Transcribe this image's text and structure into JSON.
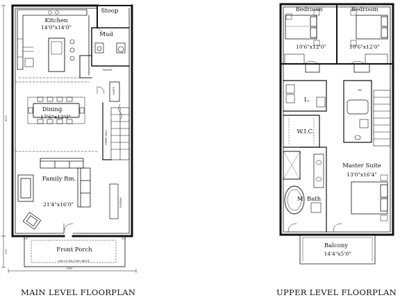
{
  "main_level": {
    "title": "MAIN LEVEL FLOORPLAN",
    "rooms": {
      "kitchen": {
        "name": "Kitchen",
        "dims": "14'0\"x14'0\""
      },
      "stoop": {
        "name": "Stoop"
      },
      "mud": {
        "name": "Mud"
      },
      "pantry": {
        "name": "PANTRY"
      },
      "coats": {
        "name": "COATS"
      },
      "dining": {
        "name": "Dining",
        "dims": "17'6\"x12'0\""
      },
      "family": {
        "name": "Family Rm.",
        "dims": "21'4\"x16'0\""
      },
      "front_porch": {
        "name": "Front Porch"
      }
    },
    "notes": {
      "upper_hall": "UPPER HALL",
      "tv": "TV/DESK",
      "porch_note": "LINE OF BALCONY ABOVE",
      "step": "STEP"
    },
    "dims": {
      "left_overall": "42'0\"",
      "left_lower": "5'0\""
    }
  },
  "upper_level": {
    "title": "UPPER LEVEL FLOORPLAN",
    "rooms": {
      "bedroom1": {
        "name": "Bedroom",
        "dims": "10'6\"x12'0\""
      },
      "bedroom2": {
        "name": "Bedroom",
        "dims": "10'6\"x12'0\""
      },
      "laundry": {
        "name": "L."
      },
      "wic": {
        "name": "W.I.C."
      },
      "master": {
        "name": "Master Suite",
        "dims": "13'0\"x16'4\""
      },
      "mbath": {
        "name": "M. Bath"
      },
      "balcony": {
        "name": "Balcony",
        "dims": "14'4\"x5'0\""
      }
    },
    "notes": {
      "dn": "DN"
    }
  }
}
